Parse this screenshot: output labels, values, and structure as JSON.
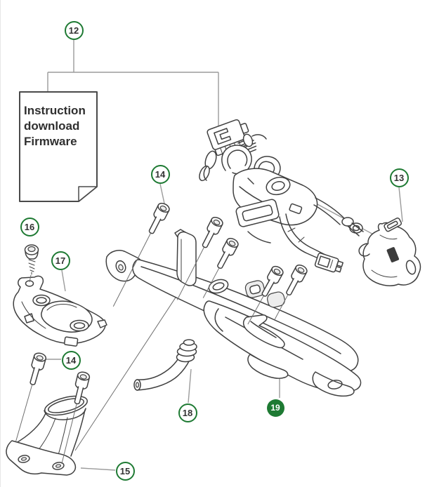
{
  "figure": {
    "type": "exploded-parts-diagram",
    "background": "#ffffff"
  },
  "colors": {
    "callout_green": "#1e7a33",
    "callout_text": "#333333",
    "filled_callout_text": "#ffffff",
    "line_art": "#404040",
    "leader_line": "#9b9b9b",
    "document_border": "#4a4a4a"
  },
  "document_note": {
    "lines": [
      "Instruction",
      "download",
      "Firmware"
    ]
  },
  "callouts": [
    {
      "id": "12",
      "label": "12",
      "style": "outlined"
    },
    {
      "id": "13",
      "label": "13",
      "style": "outlined"
    },
    {
      "id": "14a",
      "label": "14",
      "style": "outlined"
    },
    {
      "id": "16",
      "label": "16",
      "style": "outlined"
    },
    {
      "id": "17",
      "label": "17",
      "style": "outlined"
    },
    {
      "id": "14b",
      "label": "14",
      "style": "outlined"
    },
    {
      "id": "18",
      "label": "18",
      "style": "outlined"
    },
    {
      "id": "15",
      "label": "15",
      "style": "outlined"
    },
    {
      "id": "19",
      "label": "19",
      "style": "filled"
    }
  ]
}
